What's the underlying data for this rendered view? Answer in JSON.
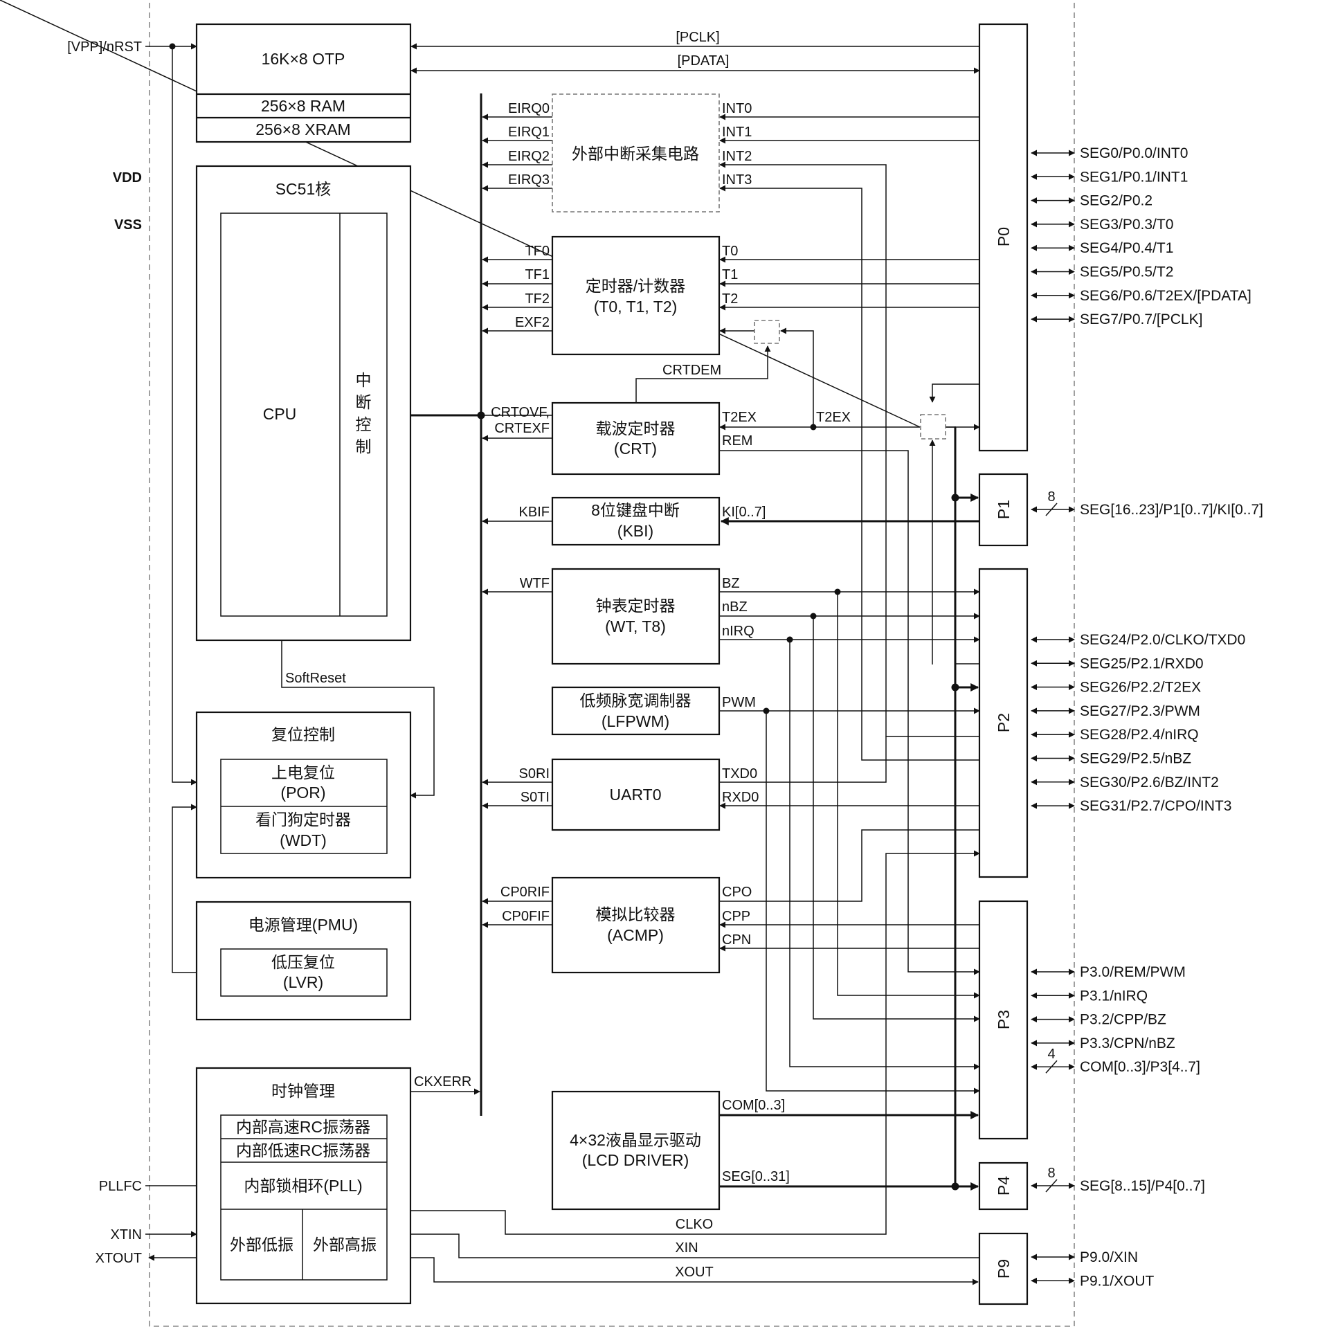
{
  "otp": {
    "mem1": "16K×8 OTP",
    "mem2": "256×8 RAM",
    "mem3": "256×8 XRAM"
  },
  "core": {
    "title": "SC51核",
    "cpu": "CPU",
    "irq": "中断控制"
  },
  "pins_left": {
    "nrst": "[VPP]/nRST",
    "vdd": "VDD",
    "vss": "VSS",
    "pllfc": "PLLFC",
    "xtin": "XTIN",
    "xtout": "XTOUT"
  },
  "reset": {
    "title": "复位控制",
    "por1": "上电复位",
    "por2": "(POR)",
    "wdt1": "看门狗定时器",
    "wdt2": "(WDT)",
    "softreset": "SoftReset"
  },
  "pmu": {
    "title": "电源管理(PMU)",
    "lvr1": "低压复位",
    "lvr2": "(LVR)"
  },
  "clock": {
    "title": "时钟管理",
    "hrc": "内部高速RC振荡器",
    "lrc": "内部低速RC振荡器",
    "pll": "内部锁相环(PLL)",
    "xlow": "外部低振",
    "xhigh": "外部高振",
    "ckxerr": "CKXERR"
  },
  "ext_int": {
    "title": "外部中断采集电路",
    "eirq": [
      "EIRQ0",
      "EIRQ1",
      "EIRQ2",
      "EIRQ3"
    ],
    "int": [
      "INT0",
      "INT1",
      "INT2",
      "INT3"
    ]
  },
  "timer": {
    "title1": "定时器/计数器",
    "title2": "(T0, T1, T2)",
    "flags": [
      "TF0",
      "TF1",
      "TF2",
      "EXF2"
    ],
    "pins": [
      "T0",
      "T1",
      "T2"
    ]
  },
  "crt": {
    "title1": "载波定时器",
    "title2": "(CRT)",
    "flag1": "CRTOVF,",
    "flag2": "CRTEXF",
    "crtdem": "CRTDEM",
    "t2ex_a": "T2EX",
    "t2ex_b": "T2EX",
    "rem": "REM"
  },
  "kbi": {
    "title1": "8位键盘中断",
    "title2": "(KBI)",
    "flag": "KBIF",
    "pin": "KI[0..7]"
  },
  "wt": {
    "title1": "钟表定时器",
    "title2": "(WT, T8)",
    "flag": "WTF",
    "pins": [
      "BZ",
      "nBZ",
      "nIRQ"
    ]
  },
  "lfpwm": {
    "title1": "低频脉宽调制器",
    "title2": "(LFPWM)",
    "pin": "PWM"
  },
  "uart": {
    "title": "UART0",
    "flags": [
      "S0RI",
      "S0TI"
    ],
    "pins": [
      "TXD0",
      "RXD0"
    ]
  },
  "acmp": {
    "title1": "模拟比较器",
    "title2": "(ACMP)",
    "flags": [
      "CP0RIF",
      "CP0FIF"
    ],
    "pins": [
      "CPO",
      "CPP",
      "CPN"
    ]
  },
  "lcd": {
    "title1": "4×32液晶显示驱动",
    "title2": "(LCD DRIVER)",
    "com": "COM[0..3]",
    "seg": "SEG[0..31]"
  },
  "bus": {
    "pclk": "[PCLK]",
    "pdata": "[PDATA]",
    "clko": "CLKO",
    "xin": "XIN",
    "xout": "XOUT"
  },
  "ports": {
    "p0": "P0",
    "p1": "P1",
    "p2": "P2",
    "p3": "P3",
    "p4": "P4",
    "p9": "P9"
  },
  "p0_pins": [
    "SEG0/P0.0/INT0",
    "SEG1/P0.1/INT1",
    "SEG2/P0.2",
    "SEG3/P0.3/T0",
    "SEG4/P0.4/T1",
    "SEG5/P0.5/T2",
    "SEG6/P0.6/T2EX/[PDATA]",
    "SEG7/P0.7/[PCLK]"
  ],
  "p1_pin": "SEG[16..23]/P1[0..7]/KI[0..7]",
  "p1_width": "8",
  "p2_pins": [
    "SEG24/P2.0/CLKO/TXD0",
    "SEG25/P2.1/RXD0",
    "SEG26/P2.2/T2EX",
    "SEG27/P2.3/PWM",
    "SEG28/P2.4/nIRQ",
    "SEG29/P2.5/nBZ",
    "SEG30/P2.6/BZ/INT2",
    "SEG31/P2.7/CPO/INT3"
  ],
  "p3_pins": [
    "P3.0/REM/PWM",
    "P3.1/nIRQ",
    "P3.2/CPP/BZ",
    "P3.3/CPN/nBZ",
    "COM[0..3]/P3[4..7]"
  ],
  "p3_width": "4",
  "p4_pin": "SEG[8..15]/P4[0..7]",
  "p4_width": "8",
  "p9_pins": [
    "P9.0/XIN",
    "P9.1/XOUT"
  ]
}
